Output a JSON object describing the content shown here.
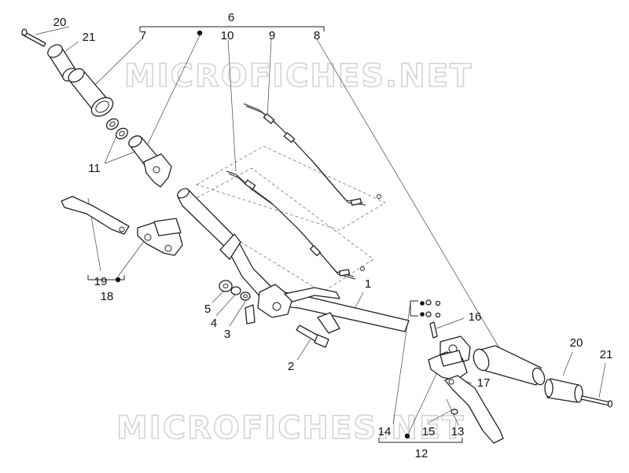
{
  "watermark": {
    "top": "MICROFICHES.NET",
    "bottom": "MICROFICHES.NET"
  },
  "callouts": {
    "c1": "1",
    "c2": "2",
    "c3": "3",
    "c4": "4",
    "c5": "5",
    "c6": "6",
    "c7": "7",
    "c8": "8",
    "c9": "9",
    "c10": "10",
    "c11": "11",
    "c12": "12",
    "c13": "13",
    "c14": "14",
    "c15": "15",
    "c16": "16",
    "c17": "17",
    "c18": "18",
    "c19": "19",
    "c20a": "20",
    "c21a": "21",
    "c20b": "20",
    "c21b": "21"
  }
}
